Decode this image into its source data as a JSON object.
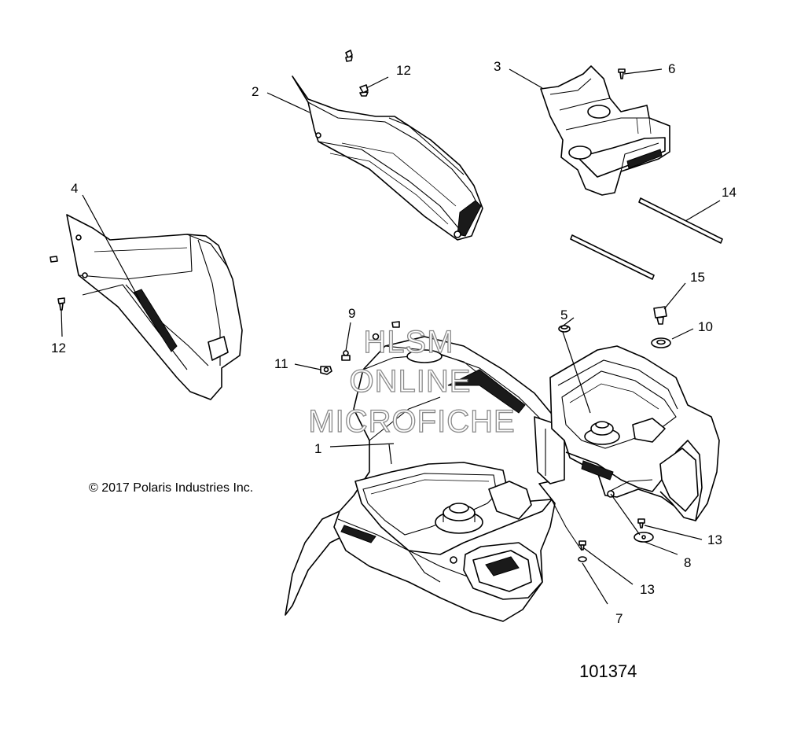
{
  "diagram": {
    "callouts": [
      {
        "id": "c1",
        "label": "1"
      },
      {
        "id": "c2",
        "label": "2"
      },
      {
        "id": "c3",
        "label": "3"
      },
      {
        "id": "c4",
        "label": "4"
      },
      {
        "id": "c5",
        "label": "5"
      },
      {
        "id": "c6",
        "label": "6"
      },
      {
        "id": "c7",
        "label": "7"
      },
      {
        "id": "c8",
        "label": "8"
      },
      {
        "id": "c9",
        "label": "9"
      },
      {
        "id": "c10",
        "label": "10"
      },
      {
        "id": "c11",
        "label": "11"
      },
      {
        "id": "c12a",
        "label": "12"
      },
      {
        "id": "c12b",
        "label": "12"
      },
      {
        "id": "c13a",
        "label": "13"
      },
      {
        "id": "c13b",
        "label": "13"
      },
      {
        "id": "c14",
        "label": "14"
      },
      {
        "id": "c15",
        "label": "15"
      }
    ],
    "copyright": "© 2017 Polaris Industries Inc.",
    "drawing_number": "101374",
    "watermark": [
      "HLSM",
      "ONLINE",
      "MICROFICHE"
    ]
  }
}
